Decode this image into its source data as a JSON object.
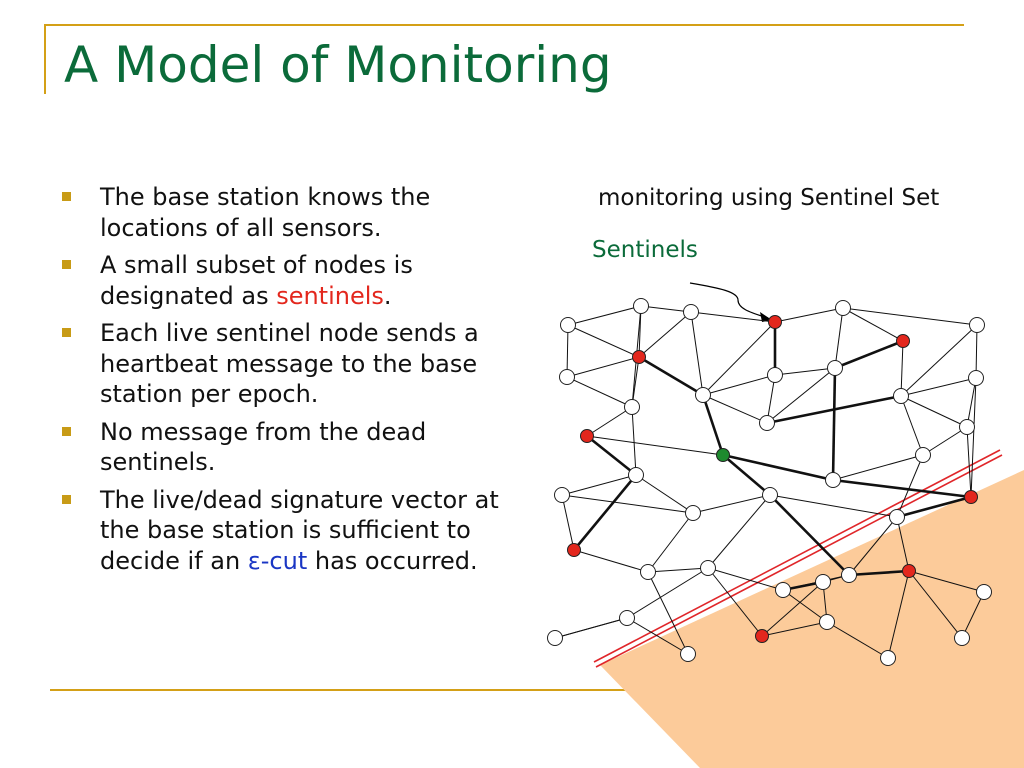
{
  "slide": {
    "title": "A Model of Monitoring",
    "bullets": [
      {
        "parts": [
          {
            "text": "The base station knows the locations of all sensors."
          }
        ]
      },
      {
        "parts": [
          {
            "text": "A small subset of nodes is designated as "
          },
          {
            "text": "sentinels",
            "style": "red"
          },
          {
            "text": "."
          }
        ]
      },
      {
        "parts": [
          {
            "text": "Each live sentinel node sends a heartbeat message to the base station per epoch."
          }
        ]
      },
      {
        "parts": [
          {
            "text": "No message from the dead sentinels."
          }
        ]
      },
      {
        "parts": [
          {
            "text": "The live/dead signature vector at the base station is sufficient to decide if an "
          },
          {
            "text": "ε-cut",
            "style": "blue"
          },
          {
            "text": " has occurred."
          }
        ]
      }
    ]
  },
  "diagram": {
    "caption": "monitoring using Sentinel Set",
    "sentinels_label": "Sentinels"
  },
  "colors": {
    "title": "#0b6b3a",
    "frame": "#d4a017",
    "sentinel_dead": "#e3271d",
    "base_station": "#1e8a2e",
    "cut_region": "#fccb9a",
    "cut_line": "#e0262a"
  }
}
